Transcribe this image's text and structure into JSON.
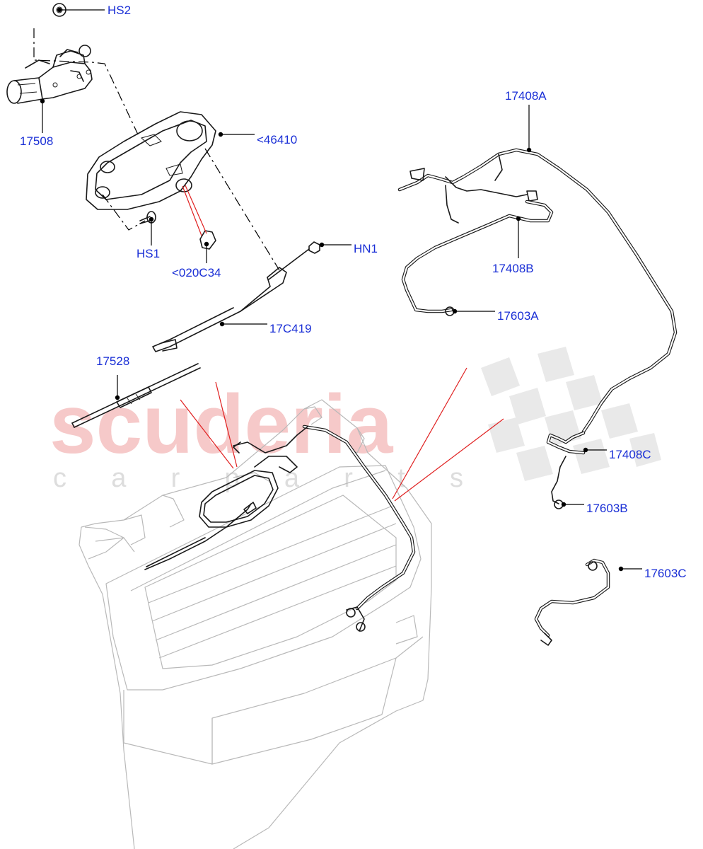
{
  "watermark": {
    "main": "scuderia",
    "sub": "c a r   p a r t s"
  },
  "colors": {
    "label": "#1a2fd6",
    "leader_red": "#e02020",
    "watermark": "#f6c9c9",
    "line": "#1a1a1a"
  },
  "callouts": {
    "hs2": "HS2",
    "n17508": "17508",
    "n46410": "<46410",
    "hs1": "HS1",
    "n020c34": "<020C34",
    "hn1": "HN1",
    "n17c419": "17C419",
    "n17528": "17528",
    "n17408a": "17408A",
    "n17408b": "17408B",
    "n17603a": "17603A",
    "n17408c": "17408C",
    "n17603b": "17603B",
    "n17603c": "17603C"
  }
}
